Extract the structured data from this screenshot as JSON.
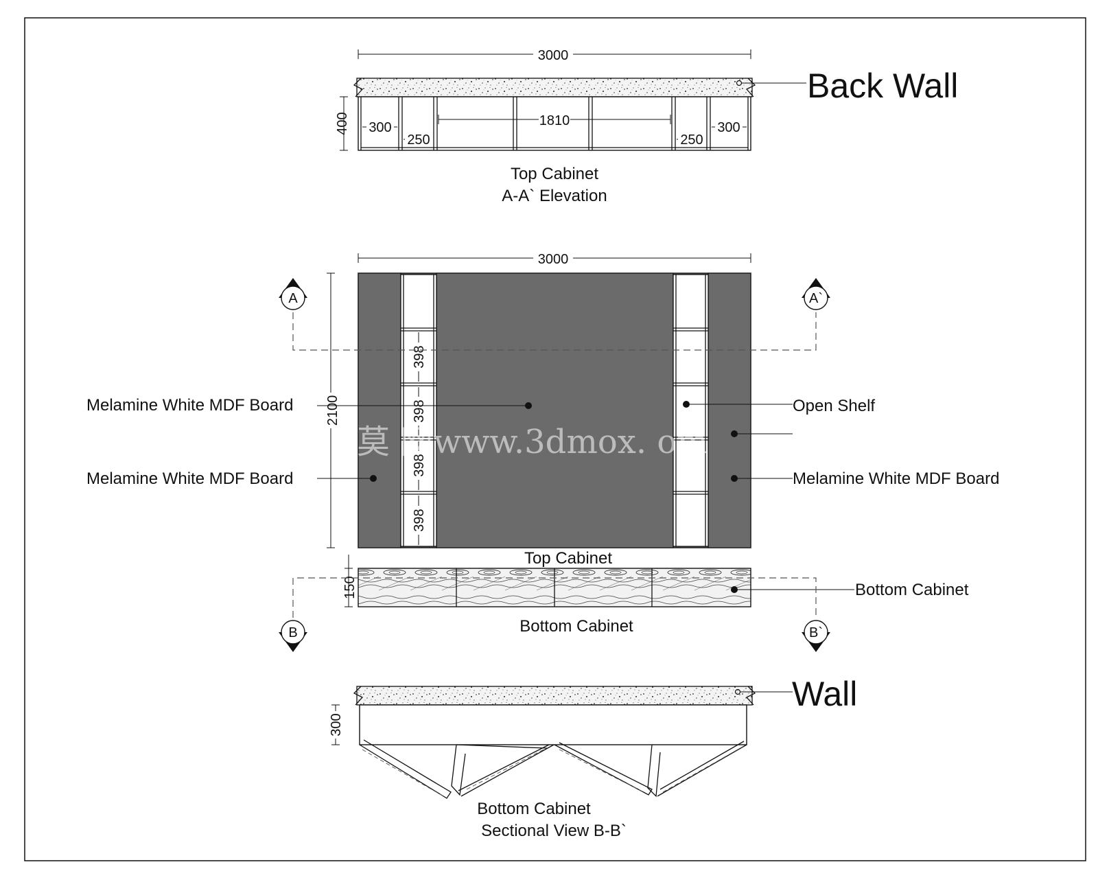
{
  "top_elevation": {
    "overall_width": "3000",
    "depth": "400",
    "compartments": [
      "300",
      "250",
      "1810",
      "250",
      "300"
    ],
    "wall_label": "Back Wall",
    "caption_line1": "Top Cabinet",
    "caption_line2": "A-A` Elevation"
  },
  "front_view": {
    "overall_width": "3000",
    "height": "2100",
    "shelf_heights": [
      "398",
      "398",
      "398",
      "398"
    ],
    "section_marks": {
      "a_left": "A",
      "a_right": "A`",
      "b_left": "B",
      "b_right": "B`"
    },
    "labels": {
      "left_upper": "Melamine White MDF Board",
      "left_lower": "Melamine White MDF Board",
      "right_shelf": "Open Shelf",
      "right_lower": "Melamine White MDF Board",
      "bottom_cabinet": "Bottom Cabinet"
    },
    "top_cabinet_caption": "Top Cabinet",
    "bottom_height": "150",
    "bottom_cabinet_caption": "Bottom Cabinet"
  },
  "bottom_section": {
    "depth": "300",
    "wall_label": "Wall",
    "caption_line1": "Bottom Cabinet",
    "caption_line2": "Sectional View B-B`"
  },
  "watermark": "莫   网www.3dmox.   om",
  "colors": {
    "panel": "#6b6b6b",
    "line": "#111111",
    "paper": "#ffffff"
  }
}
